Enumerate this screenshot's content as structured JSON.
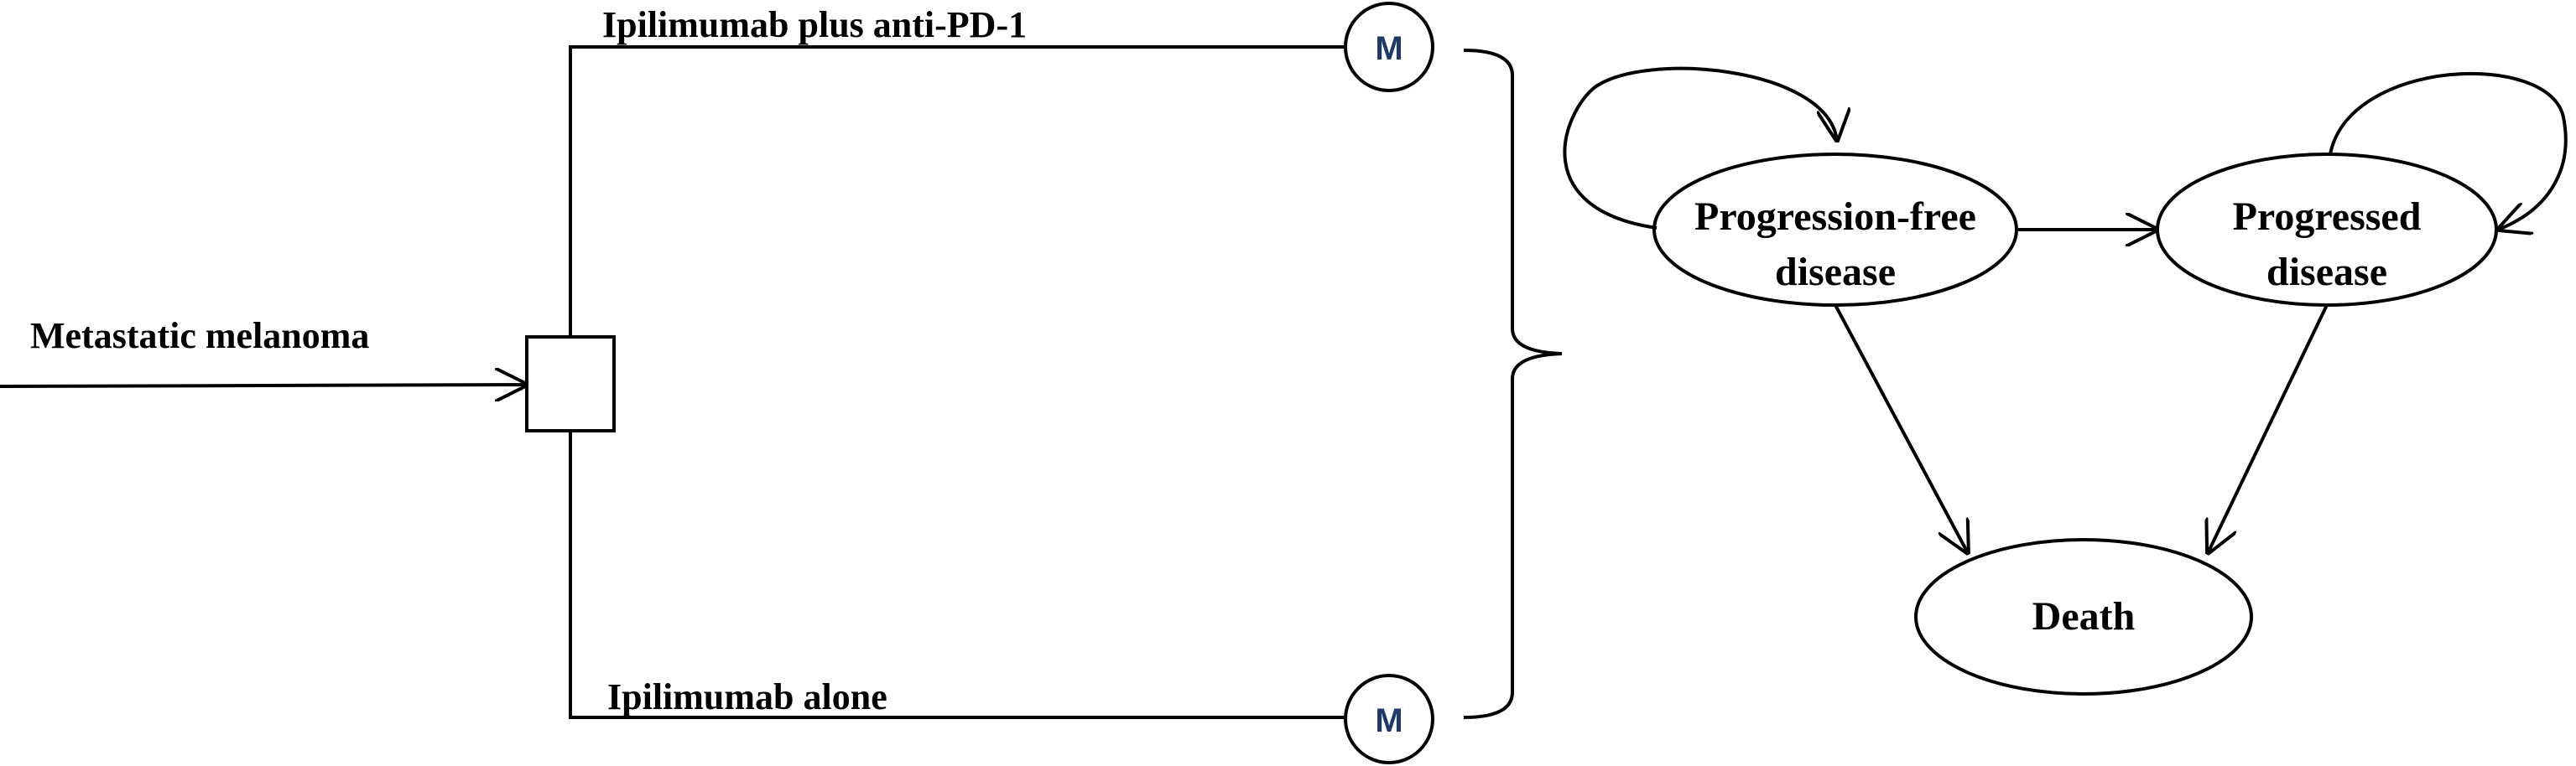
{
  "diagram": {
    "entry": {
      "label": "Metastatic melanoma"
    },
    "decision_node": {
      "shape": "square"
    },
    "branches": [
      {
        "label": "Ipilimumab plus anti-PD-1",
        "markov_label": "M"
      },
      {
        "label": "Ipilimumab alone",
        "markov_label": "M"
      }
    ],
    "states": [
      {
        "id": "pfd",
        "line1": "Progression-free",
        "line2": "disease"
      },
      {
        "id": "pd",
        "line1": "Progressed",
        "line2": "disease"
      },
      {
        "id": "death",
        "line1": "Death"
      }
    ],
    "transitions": [
      {
        "from": "pfd",
        "to": "pfd"
      },
      {
        "from": "pfd",
        "to": "pd"
      },
      {
        "from": "pd",
        "to": "pd"
      },
      {
        "from": "pfd",
        "to": "death"
      },
      {
        "from": "pd",
        "to": "death"
      }
    ],
    "colors": {
      "line": "#000000",
      "markov_text": "#1f3864"
    }
  }
}
